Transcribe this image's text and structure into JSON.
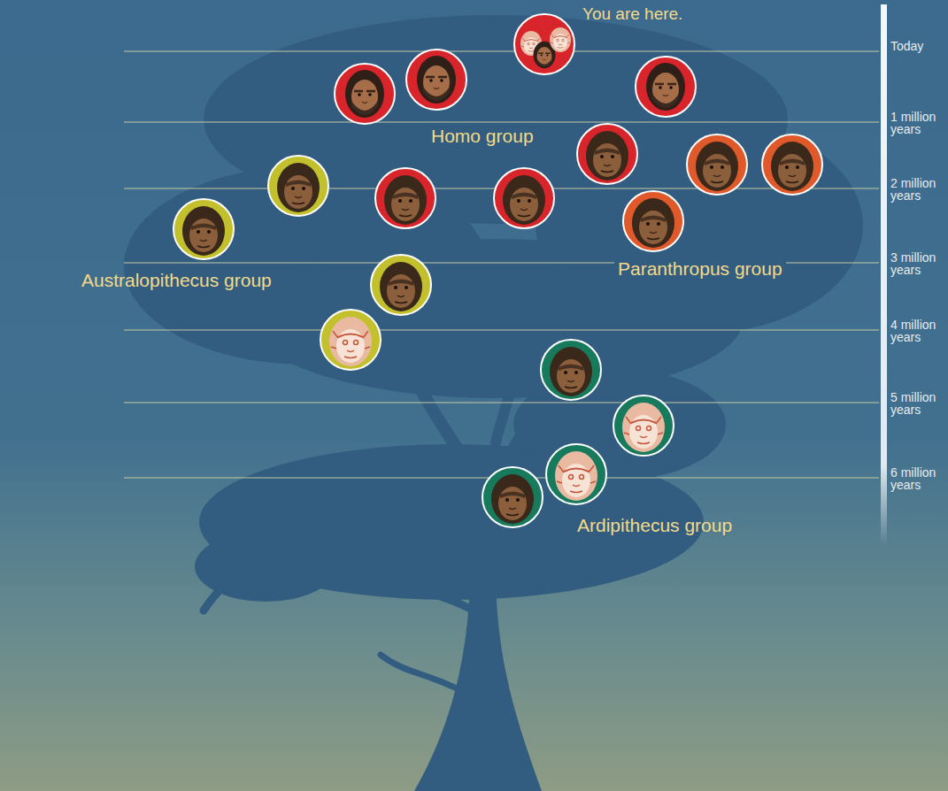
{
  "diagram": {
    "labels": [
      "You are here.",
      "Today",
      "1 million years",
      "Homo group",
      "2 million years",
      "Paranthropus group",
      "Australopithecus group",
      "3 million years",
      "4 million years",
      "5 million years",
      "6 million years",
      "Ardipithecus group"
    ]
  }
}
